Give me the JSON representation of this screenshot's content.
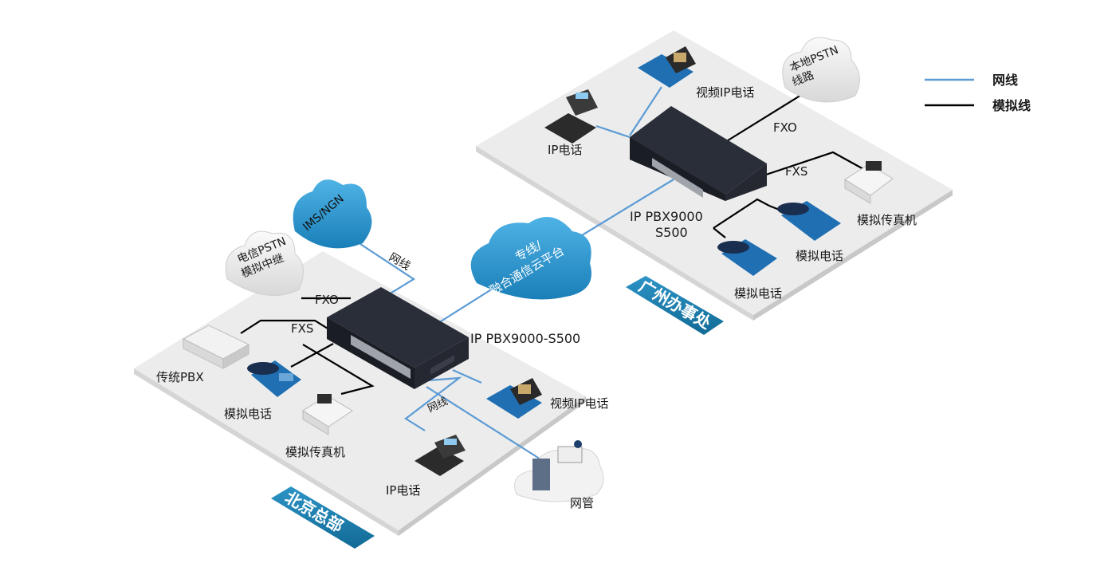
{
  "legend": {
    "net_line_label": "网线",
    "analog_line_label": "模拟线",
    "net_line_color": "#5b9bd5",
    "analog_line_color": "#000000"
  },
  "beijing": {
    "site_name": "北京总部",
    "pbx_label": "IP PBX9000-S500",
    "pstn_cloud": [
      "电信PSTN",
      "模拟中继"
    ],
    "ims_cloud": "IMS/NGN",
    "fxo": "FXO",
    "fxs": "FXS",
    "net_line_1": "网线",
    "net_line_2": "网线",
    "legacy_pbx": "传统PBX",
    "analog_phone": "模拟电话",
    "analog_fax": "模拟传真机",
    "ip_phone": "IP电话",
    "video_phone": "视频IP电话",
    "nms": "网管"
  },
  "center_cloud": [
    "专线/",
    "融合通信云平台"
  ],
  "guangzhou": {
    "site_name": "广州办事处",
    "pbx_label": [
      "IP PBX9000",
      "S500"
    ],
    "pstn_cloud": [
      "本地PSTN",
      "线路"
    ],
    "fxo": "FXO",
    "fxs": "FXS",
    "ip_phone": "IP电话",
    "video_phone": "视频IP电话",
    "analog_fax": "模拟传真机",
    "analog_phone_1": "模拟电话",
    "analog_phone_2": "模拟电话"
  },
  "colors": {
    "platform": "#ebebeb",
    "device_dark": "#22252e",
    "accent_blue": "#1d8fc8",
    "badge_blue": "#1a7fb0"
  }
}
